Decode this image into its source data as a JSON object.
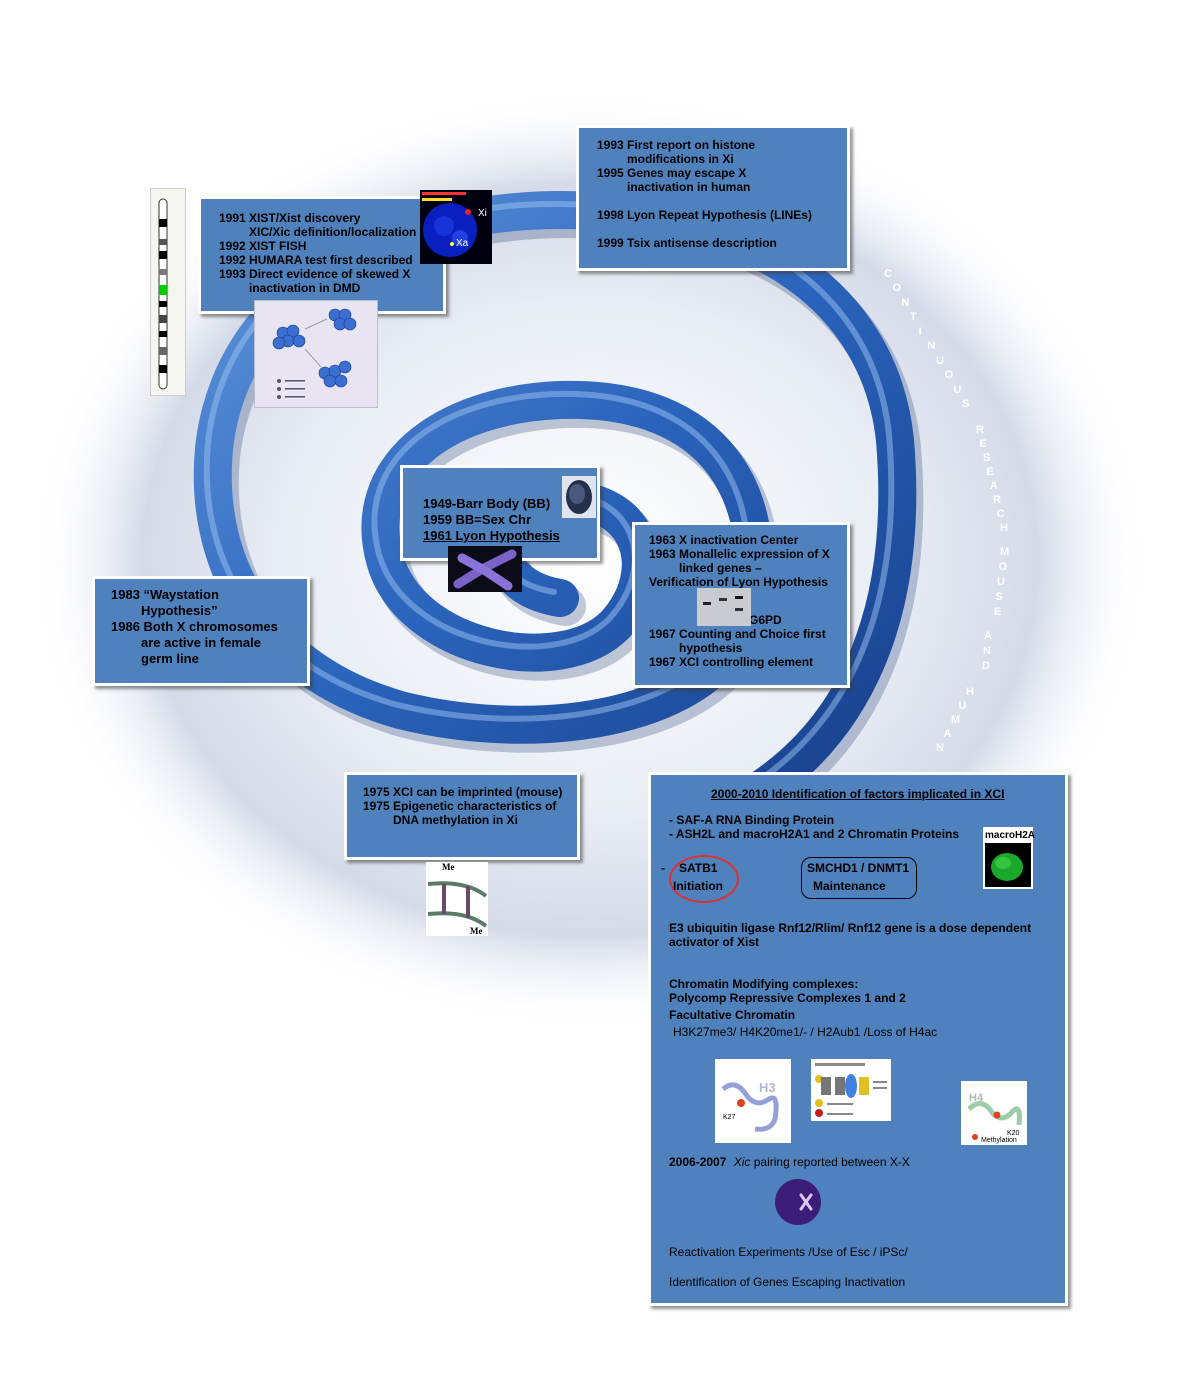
{
  "box_1991": {
    "lines": [
      "1991 XIST/Xist   discovery",
      "XIC/Xic definition/localization",
      "1992 XIST FISH",
      "1992 HUMARA test  first described",
      "1993 Direct evidence of skewed X",
      "inactivation in DMD"
    ],
    "image_labels": {
      "xi": "Xi",
      "xa": "Xa"
    }
  },
  "box_1993": {
    "lines": [
      "1993 First report on histone",
      "modifications in Xi",
      "1995 Genes may  escape X",
      "inactivation in human",
      "1998 Lyon Repeat Hypothesis (LINEs)",
      "1999 Tsix antisense description"
    ]
  },
  "box_1949": {
    "lines": [
      "1949-Barr Body (BB)",
      "1959 BB=Sex Chr",
      "1961 Lyon Hypothesis"
    ]
  },
  "box_1963": {
    "lines": [
      "1963 X inactivation Center",
      "1963 Monallelic expression of X",
      "linked genes –",
      "Verification of Lyon Hypothesis",
      "G6PD",
      "1967 Counting and Choice first",
      "hypothesis",
      "1967 XCI controlling element"
    ]
  },
  "box_1983": {
    "lines": [
      "1983 “Waystation",
      "Hypothesis”",
      "1986 Both X chromosomes",
      "are active in female",
      "germ line"
    ]
  },
  "box_1975": {
    "lines": [
      "1975 XCI can be imprinted (mouse)",
      "1975 Epigenetic characteristics  of",
      "DNA methylation in Xi"
    ],
    "me_label": "Me"
  },
  "box_2000": {
    "title": "2000-2010 Identification of  factors implicated in XCI",
    "item1": "- SAF-A RNA Binding Protein",
    "item2": "- ASH2L and macroH2A1 and 2 Chromatin  Proteins",
    "macroh2a_label": "macroH2A",
    "dash": "-",
    "satb1_line1": "SATB1",
    "satb1_line2": "Initiation",
    "smchd1_line1": "SMCHD1 / DNMT1",
    "smchd1_line2": "Maintenance",
    "e3_line1": "E3  ubiquitin ligase Rnf12/Rlim/ Rnf12 gene is a dose dependent",
    "e3_line2": "activator of Xist",
    "chrom_line1": "Chromatin   Modifying  complexes:",
    "chrom_line2": "Polycomp Repressive Complexes 1  and 2",
    "chrom_line3": "Facultative Chromatin",
    "marks": "H3K27me3/ H4K20me1/- / H2Aub1 /Loss of H4ac",
    "h3_label": "H3",
    "k27_label": "K27",
    "h4_label": "H4",
    "k20_label": "K20",
    "methylation_label": "Methylation",
    "pairing_years": "2006-2007",
    "pairing_xic": "Xic",
    "pairing_rest": " pairing reported between X-X",
    "reactivation": "Reactivation Experiments /Use of   Esc / iPSc/",
    "escaping": "Identification of Genes Escaping Inactivation"
  },
  "spiral_text": [
    "C",
    "O",
    "N",
    "T",
    "I",
    "N",
    "U",
    "O",
    "U",
    "S",
    "R",
    "E",
    "S",
    "E",
    "A",
    "R",
    "C",
    "H",
    "M",
    "O",
    "U",
    "S",
    "E",
    "A",
    "N",
    "D",
    "H",
    "U",
    "M",
    "A",
    "N"
  ]
}
